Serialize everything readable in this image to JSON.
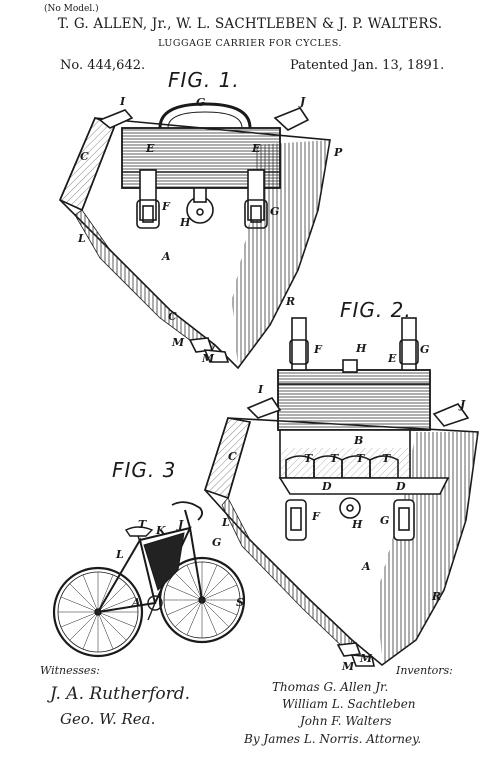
{
  "header": {
    "no_model": "(No Model.)",
    "inventors": "T. G. ALLEN, Jr., W. L. SACHTLEBEN & J. P. WALTERS.",
    "subject": "LUGGAGE CARRIER FOR CYCLES.",
    "patent_number": "No. 444,642.",
    "patent_date": "Patented Jan. 13, 1891."
  },
  "figures": {
    "fig1": "FIG. 1.",
    "fig2": "FIG. 2.",
    "fig3": "FIG. 3"
  },
  "labels": {
    "fig1": [
      "I",
      "G",
      "J",
      "C",
      "E",
      "E",
      "P",
      "F",
      "H",
      "G",
      "L",
      "A",
      "R",
      "C",
      "M",
      "M"
    ],
    "fig2": [
      "F",
      "H",
      "E",
      "G",
      "I",
      "J",
      "C",
      "B",
      "T",
      "T",
      "T",
      "T",
      "D",
      "D",
      "L",
      "F",
      "H",
      "G",
      "A",
      "R",
      "M",
      "M"
    ],
    "fig3": [
      "T",
      "K",
      "J",
      "G",
      "L",
      "A",
      "S"
    ]
  },
  "signatures": {
    "witnesses_heading": "Witnesses:",
    "witness_1": "J. A. Rutherford.",
    "witness_2": "Geo. W. Rea.",
    "inventors_heading": "Inventors:",
    "inventor_1": "Thomas G. Allen Jr.",
    "inventor_2": "William L. Sachtleben",
    "inventor_3": "John F. Walters",
    "attorney": "By James L. Norris. Attorney."
  }
}
